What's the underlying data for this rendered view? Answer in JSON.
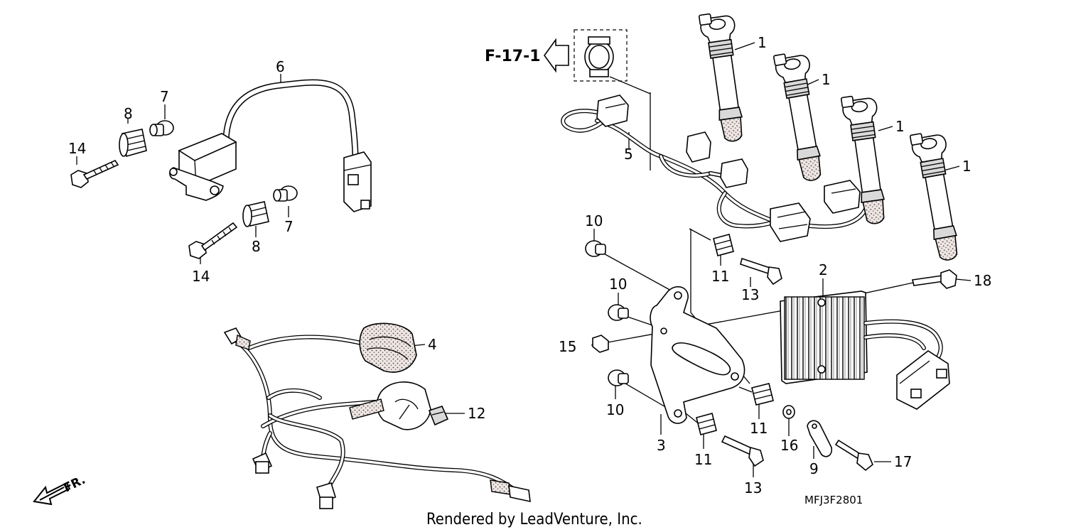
{
  "reference": {
    "label": "F-17-1"
  },
  "diagram_code": "MFJ3F2801",
  "credit": "Rendered by LeadVenture, Inc.",
  "direction": {
    "label": "FR."
  },
  "callouts": [
    {
      "id": "c1a",
      "label": "1"
    },
    {
      "id": "c1b",
      "label": "1"
    },
    {
      "id": "c1c",
      "label": "1"
    },
    {
      "id": "c1d",
      "label": "1"
    },
    {
      "id": "c2",
      "label": "2"
    },
    {
      "id": "c3",
      "label": "3"
    },
    {
      "id": "c4",
      "label": "4"
    },
    {
      "id": "c5",
      "label": "5"
    },
    {
      "id": "c6",
      "label": "6"
    },
    {
      "id": "c7a",
      "label": "7"
    },
    {
      "id": "c7b",
      "label": "7"
    },
    {
      "id": "c8a",
      "label": "8"
    },
    {
      "id": "c8b",
      "label": "8"
    },
    {
      "id": "c9",
      "label": "9"
    },
    {
      "id": "c10a",
      "label": "10"
    },
    {
      "id": "c10b",
      "label": "10"
    },
    {
      "id": "c10c",
      "label": "10"
    },
    {
      "id": "c11a",
      "label": "11"
    },
    {
      "id": "c11b",
      "label": "11"
    },
    {
      "id": "c11c",
      "label": "11"
    },
    {
      "id": "c12",
      "label": "12"
    },
    {
      "id": "c13a",
      "label": "13"
    },
    {
      "id": "c13b",
      "label": "13"
    },
    {
      "id": "c14a",
      "label": "14"
    },
    {
      "id": "c14b",
      "label": "14"
    },
    {
      "id": "c15",
      "label": "15"
    },
    {
      "id": "c16",
      "label": "16"
    },
    {
      "id": "c17",
      "label": "17"
    },
    {
      "id": "c18",
      "label": "18"
    }
  ]
}
